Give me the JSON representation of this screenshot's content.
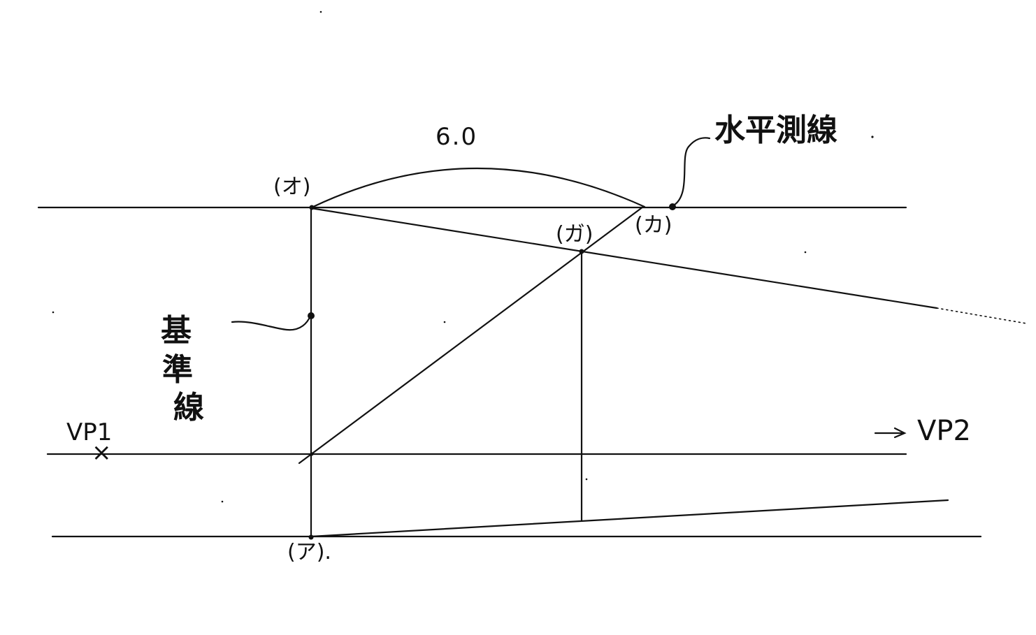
{
  "labels": {
    "point_o": "(オ)",
    "point_ka": "(カ)",
    "point_ga": "(ガ)",
    "point_a": "(ア).",
    "dimension": "6.0",
    "horizontal_measure_line": "水平測線",
    "reference_line_chars": [
      "基",
      "準",
      "線"
    ],
    "vp1": "VP1",
    "vp1_mark": "×",
    "vp2": "VP2",
    "vp2_arrow": "→"
  },
  "colors": {
    "ink": "#111111",
    "background": "#ffffff"
  }
}
